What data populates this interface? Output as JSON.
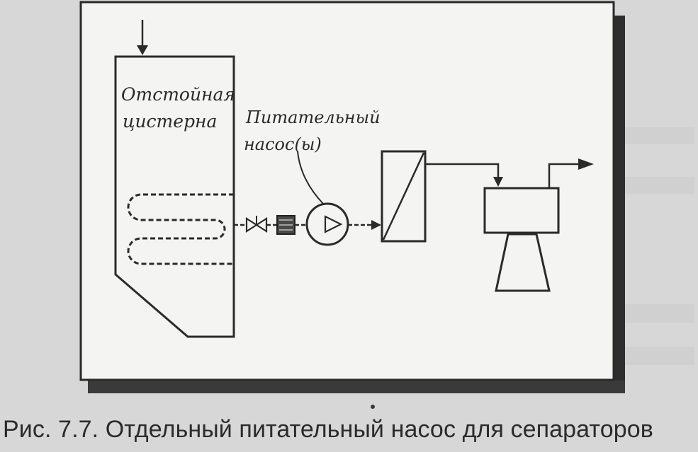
{
  "diagram": {
    "settling_tank_label_line1": "Отстойная",
    "settling_tank_label_line2": "цистерна",
    "feed_pump_label_line1": "Питательный",
    "feed_pump_label_line2": "насос(ы)"
  },
  "caption": "Рис. 7.7. Отдельный питательный насос для сепараторов"
}
